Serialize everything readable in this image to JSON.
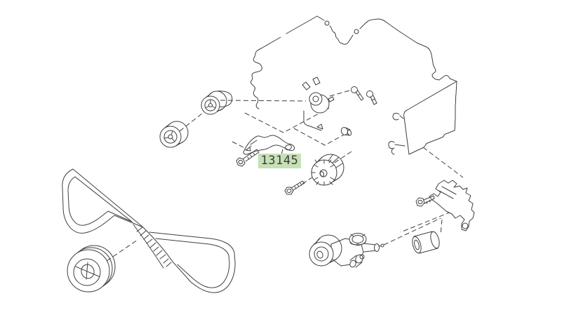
{
  "page": {
    "background_color": "#ffffff"
  },
  "diagram": {
    "type": "exploded-parts-diagram",
    "subject": "engine timing belt components",
    "line_color": "#3f3f3f",
    "label": {
      "part_number": "13145",
      "highlight_color": "#c7e1b6",
      "text_color": "#3c3c3c"
    },
    "parts": [
      {
        "name": "engine-block-outline"
      },
      {
        "name": "timing-cover-panel"
      },
      {
        "name": "idler-pulley-left"
      },
      {
        "name": "idler-pulley-upper"
      },
      {
        "name": "water-pump"
      },
      {
        "name": "small-bolt-pair"
      },
      {
        "name": "stud-pin"
      },
      {
        "name": "part-13145-bracket-arm"
      },
      {
        "name": "arm-bolt"
      },
      {
        "name": "cogged-idler-pulley"
      },
      {
        "name": "lower-bolt"
      },
      {
        "name": "belt-tensioner-assembly"
      },
      {
        "name": "tensioner-bracket"
      },
      {
        "name": "bracket-bolt"
      },
      {
        "name": "spacer-cylinder"
      },
      {
        "name": "timing-belt"
      },
      {
        "name": "crankshaft-pulley"
      }
    ]
  }
}
